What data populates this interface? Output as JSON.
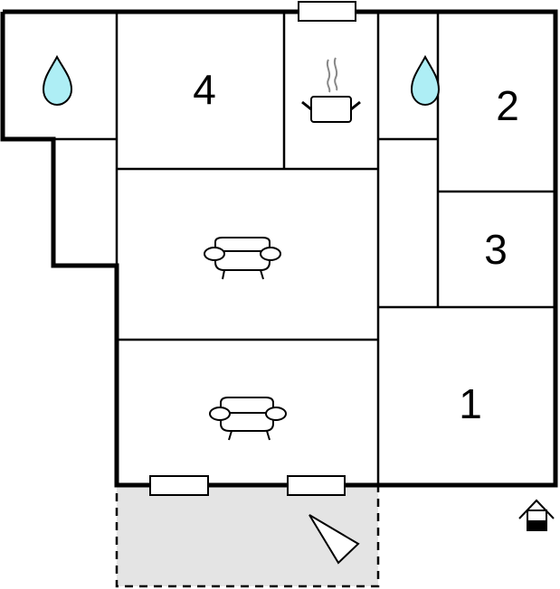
{
  "floorplan": {
    "rooms": [
      {
        "id": "bathroom-1",
        "label": "",
        "icon": "water-drop-icon",
        "type": "bathroom"
      },
      {
        "id": "bedroom-4",
        "label": "4",
        "type": "bedroom"
      },
      {
        "id": "kitchen",
        "label": "",
        "icon": "cooking-pot-icon",
        "type": "kitchen"
      },
      {
        "id": "bathroom-2",
        "label": "",
        "icon": "water-drop-icon",
        "type": "bathroom"
      },
      {
        "id": "bedroom-2",
        "label": "2",
        "type": "bedroom"
      },
      {
        "id": "bedroom-3",
        "label": "3",
        "type": "bedroom"
      },
      {
        "id": "living-room-1",
        "label": "",
        "icon": "sofa-icon",
        "type": "living"
      },
      {
        "id": "living-room-2",
        "label": "",
        "icon": "sofa-icon",
        "type": "living"
      },
      {
        "id": "bedroom-1",
        "label": "1",
        "type": "bedroom"
      },
      {
        "id": "terrace",
        "label": "",
        "icon": "sun-direction-icon",
        "type": "terrace"
      }
    ],
    "labels": {
      "room4": "4",
      "room2": "2",
      "room3": "3",
      "room1": "1"
    },
    "colors": {
      "wall": "#000000",
      "water": "#aeeef5",
      "terrace": "#e4e4e4",
      "steam": "#888888"
    },
    "legend": {
      "entrance_icon": "entrance-house-icon"
    }
  }
}
